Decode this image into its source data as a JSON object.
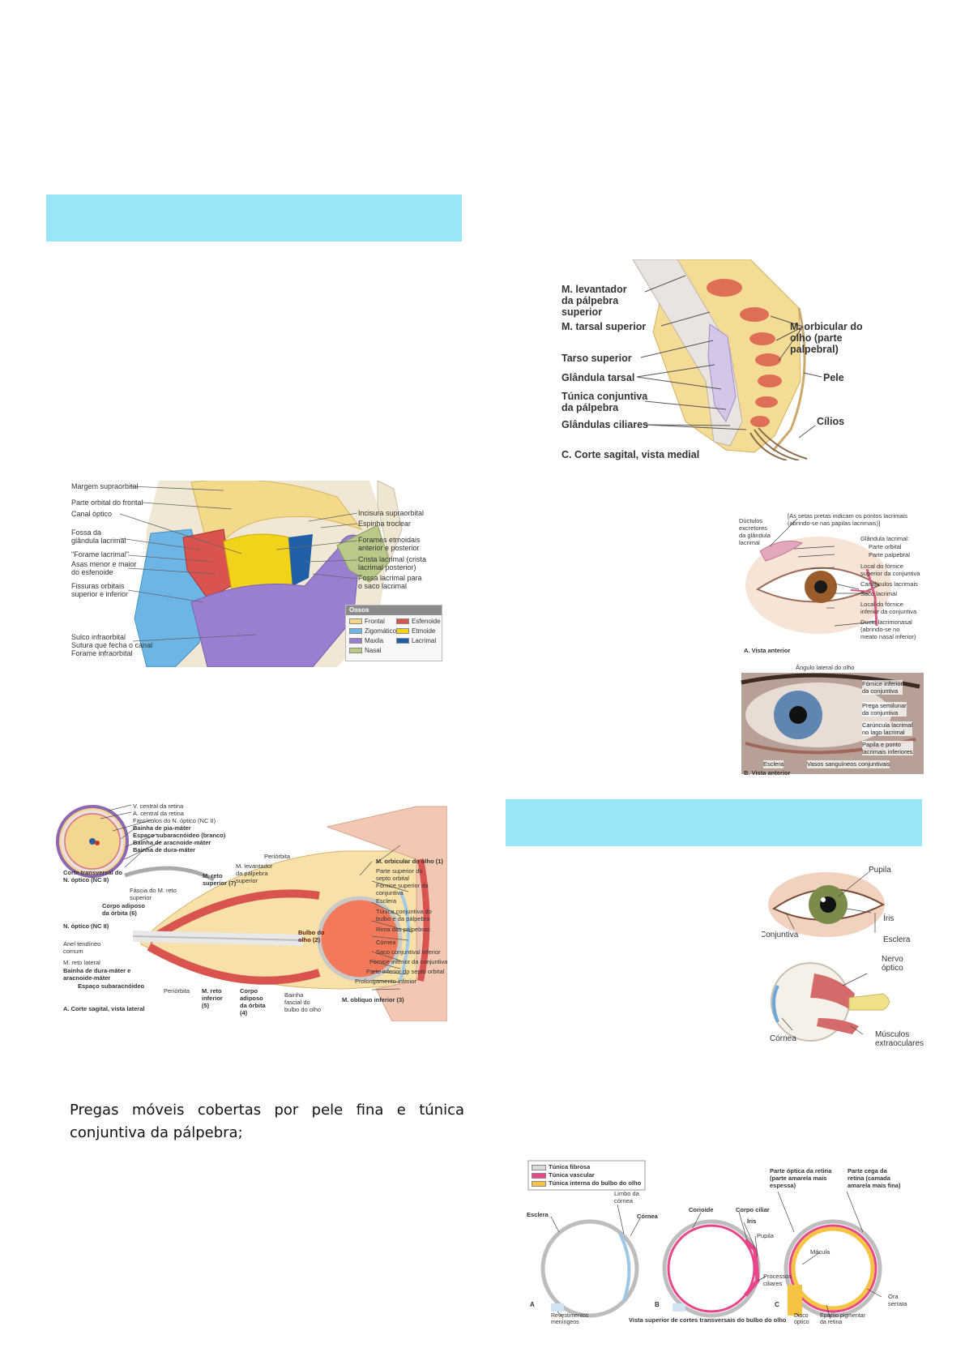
{
  "fig_eyelid": {
    "left_labels": [
      "M. levantador\nda pálpebra\nsuperior",
      "M. tarsal superior",
      "Tarso superior",
      "Glândula tarsal",
      "Túnica conjuntiva\nda pálpebra",
      "Glândulas ciliares"
    ],
    "right_labels": [
      "M. orbicular do\nolho (parte\npalpebral)",
      "Pele",
      "Cílios"
    ],
    "caption": "C. Corte sagital, vista medial"
  },
  "fig_orbit": {
    "left_labels": [
      "Margem supraorbital",
      "Parte orbital do frontal",
      "Canal óptico",
      "Fossa da\nglândula lacrimal",
      "\"Forame lacrimal\"",
      "Asas menor e maior\ndo esfenoide",
      "Fissuras orbitais\nsuperior e inferior",
      "Sulco infraorbital\nSutura que fecha o canal\nForame infraorbital"
    ],
    "right_labels": [
      "Incisura supraorbital",
      "Espinha troclear",
      "Forames etmoidais\nanterior e posterior",
      "Crista lacrimal (crista\nlacrimal posterior)",
      "Fossa lacrimal para\no saco lacrimal"
    ],
    "legend_title": "Ossos",
    "legend": [
      {
        "name": "Frontal",
        "color": "#f3d98a"
      },
      {
        "name": "Esfenoide",
        "color": "#d9534f"
      },
      {
        "name": "Zigomático",
        "color": "#6cb6e6"
      },
      {
        "name": "Etmoide",
        "color": "#f2d31c"
      },
      {
        "name": "Maxila",
        "color": "#9a7fd0"
      },
      {
        "name": "Lacrimal",
        "color": "#1f5fa8"
      },
      {
        "name": "Nasal",
        "color": "#b8c98a"
      }
    ]
  },
  "fig_lacrimal": {
    "note": "[As setas pretas indicam os pontos lacrimais\n(abrindo-se nas papilas lacrimais)]",
    "left_labels": [
      "Dúctulos\nexcretores\nda glândula\nlacrimal"
    ],
    "right_labels": [
      "Glândula lacrimal:",
      "Parte orbital",
      "Parte palpebral",
      "Local do fórnice\nsuperior da conjuntiva",
      "Canalículos lacrimais",
      "Saco lacrimal",
      "Local do fórnice\ninferior da conjuntiva",
      "Ducto lacrimonasal\n(abrindo-se no\nmeato nasal inferior)"
    ],
    "caption_a": "A. Vista anterior",
    "photo_labels": [
      "Ângulo lateral do olho",
      "Fórnice inferior\nda conjuntiva",
      "Prega semilunar\nda conjuntiva",
      "Carúncula lacrimal\nno lago lacrimal",
      "Papila e ponto\nlacrimais inferiores",
      "Esclera",
      "Vasos sanguíneos conjuntivais"
    ],
    "caption_b": "B. Vista anterior"
  },
  "fig_sagittal": {
    "inset_labels": [
      "V. central da retina",
      "A. central da retina",
      "Fascículos do N. óptico (NC II)",
      "Bainha de pia-máter",
      "Espaço subaracnóideo (branco)",
      "Bainha de aracnoide-máter",
      "Bainha de dura-máter"
    ],
    "inset_caption": "Corte transversal do\nN. óptico (NC II)",
    "left_labels": [
      "Fáscia do M. reto\nsuperior",
      "Corpo adiposo\nda órbita (6)",
      "N. óptico (NC II)",
      "Anel tendíneo\ncomum",
      "M. reto lateral",
      "Bainha de dura-máter e\naracnoide-máter",
      "Espaço subaracnóideo"
    ],
    "top_labels": [
      "Periórbita",
      "M. levantador\nda pálpebra\nsuperior",
      "M. reto\nsuperior (7)"
    ],
    "globe_label": "Bulbo do\nolho (2)",
    "right_labels": [
      "M. orbicular do olho (1)",
      "Parte superior do\nsepto orbital",
      "Fórnice superior da\nconjuntiva",
      "Esclera",
      "Túnica conjuntiva do\nbulbo e da pálpebra",
      "Rima das pálpebras",
      "Córnea",
      "Saco conjuntival inferior",
      "Fórnice inferior da conjuntiva",
      "Parte inferior do septo orbital",
      "Prolongamento inferior"
    ],
    "bottom_labels": [
      "Periórbita",
      "M. reto\ninferior\n(5)",
      "Corpo\nadiposo\nda órbita\n(4)",
      "Bainha\nfascial do\nbulbo do olho",
      "M. oblíquo inferior (3)"
    ],
    "caption": "A. Corte sagital, vista lateral"
  },
  "fig_eye": {
    "labels": [
      "Pupila",
      "Íris",
      "Conjuntiva",
      "Esclera",
      "Nervo\nóptico",
      "Córnea",
      "Músculos\nextraoculares"
    ]
  },
  "fig_tunics": {
    "legend": [
      {
        "name": "Túnica fibrosa",
        "color": "#d9d9d9"
      },
      {
        "name": "Túnica vascular",
        "color": "#e8468a"
      },
      {
        "name": "Túnica interna do bulbo do olho",
        "color": "#f6c343"
      }
    ],
    "labels_a": [
      "Esclera",
      "Limbo da\ncórnea",
      "Córnea",
      "Revestimentos\nmeníngeos"
    ],
    "labels_b": [
      "Corioide",
      "Corpo ciliar",
      "Íris",
      "Pupila",
      "Processos\nciliares"
    ],
    "labels_c": [
      "Parte óptica da retina\n(parte amarela mais\nespessa)",
      "Parte cega da\nretina (camada\namarela mais fina)",
      "Mácula",
      "Ora\nserrata",
      "Disco\nóptico",
      "Epitélio pigmentar\nda retina"
    ],
    "panel_letters": [
      "A",
      "B",
      "C"
    ],
    "caption": "Vista superior de cortes transversais do bulbo do olho"
  },
  "paragraph": "Pregas móveis cobertas por pele fina e túnica conjuntiva da pálpebra;"
}
